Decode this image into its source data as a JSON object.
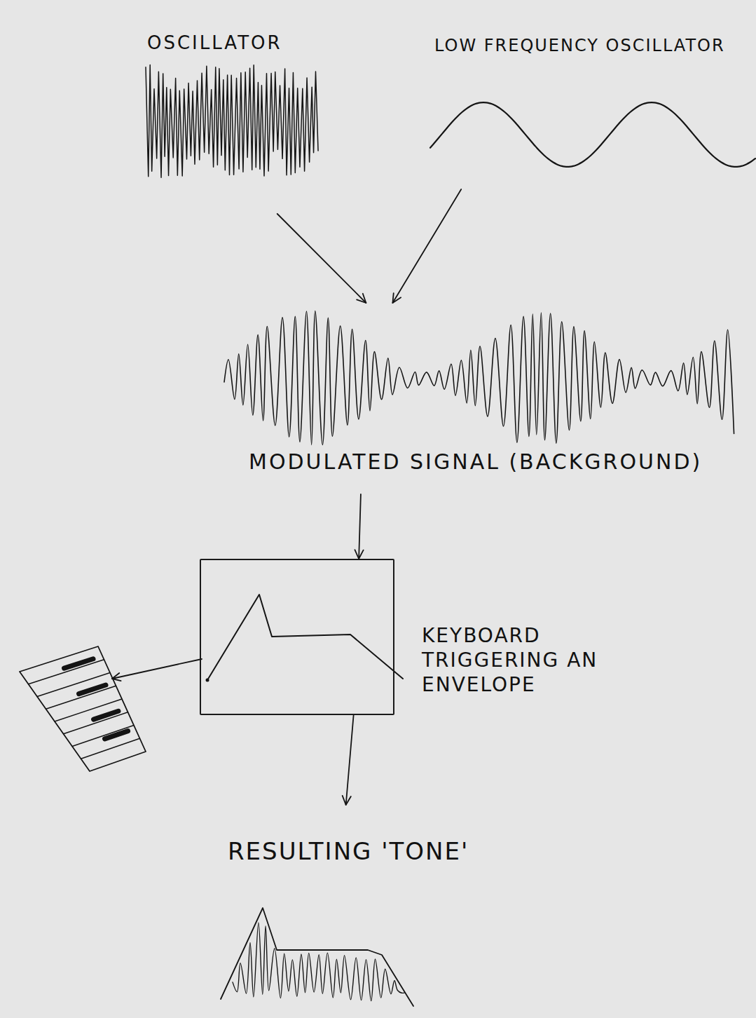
{
  "diagram": {
    "nodes": [
      {
        "text": [
          "OSCILLATOR"
        ]
      },
      {
        "text": [
          "LOW FREQUENCY OSCILLATOR"
        ]
      },
      {
        "text": [
          "MODULATED SIGNAL (BACKGROUND)"
        ]
      },
      {
        "text": [
          "KEYBOARD TRIGGERING AN ENVELOPE"
        ]
      },
      {
        "text": [
          "RESULTING 'TONE'"
        ]
      }
    ],
    "edges": [
      {
        "from": 0,
        "to": 2,
        "arrow": "to"
      },
      {
        "from": 1,
        "to": 2,
        "arrow": "to"
      },
      {
        "from": 2,
        "to": 3,
        "arrow": "to"
      },
      {
        "from": 3,
        "to": 4,
        "arrow": "to"
      }
    ]
  }
}
